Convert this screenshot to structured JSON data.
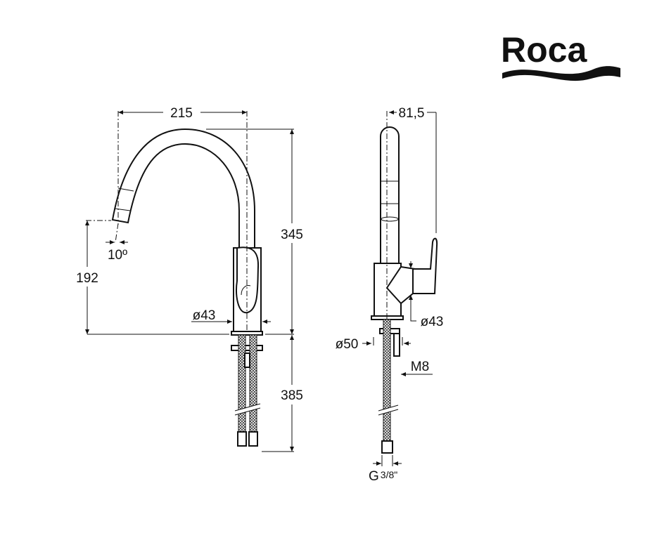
{
  "brand": {
    "logo_text": "Roca"
  },
  "front_view": {
    "width_label": "215",
    "height_label": "345",
    "spout_height_label": "192",
    "angle_label": "10º",
    "body_diameter_label": "ø43",
    "hose_length_label": "385"
  },
  "side_view": {
    "reach_label": "81,5",
    "handle_diameter_label": "ø43",
    "base_diameter_label": "ø50",
    "thread_label": "M8",
    "connection_label_main": "G",
    "connection_label_fraction": "3/8\""
  }
}
